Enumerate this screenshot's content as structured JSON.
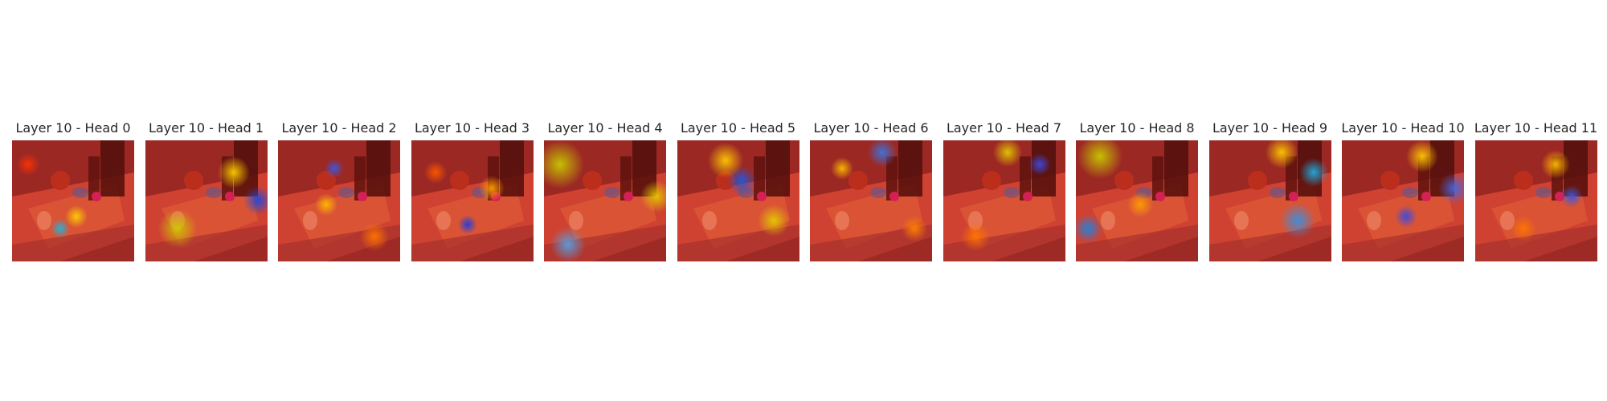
{
  "figure": {
    "panels": [
      {
        "title": "Layer 10 - Head 0",
        "colormap": "jet"
      },
      {
        "title": "Layer 10 - Head 1",
        "colormap": "jet"
      },
      {
        "title": "Layer 10 - Head 2",
        "colormap": "jet"
      },
      {
        "title": "Layer 10 - Head 3",
        "colormap": "jet"
      },
      {
        "title": "Layer 10 - Head 4",
        "colormap": "jet"
      },
      {
        "title": "Layer 10 - Head 5",
        "colormap": "jet"
      },
      {
        "title": "Layer 10 - Head 6",
        "colormap": "jet"
      },
      {
        "title": "Layer 10 - Head 7",
        "colormap": "jet"
      },
      {
        "title": "Layer 10 - Head 8",
        "colormap": "jet"
      },
      {
        "title": "Layer 10 - Head 9",
        "colormap": "jet"
      },
      {
        "title": "Layer 10 - Head 10",
        "colormap": "jet"
      },
      {
        "title": "Layer 10 - Head 11",
        "colormap": "jet"
      }
    ]
  }
}
